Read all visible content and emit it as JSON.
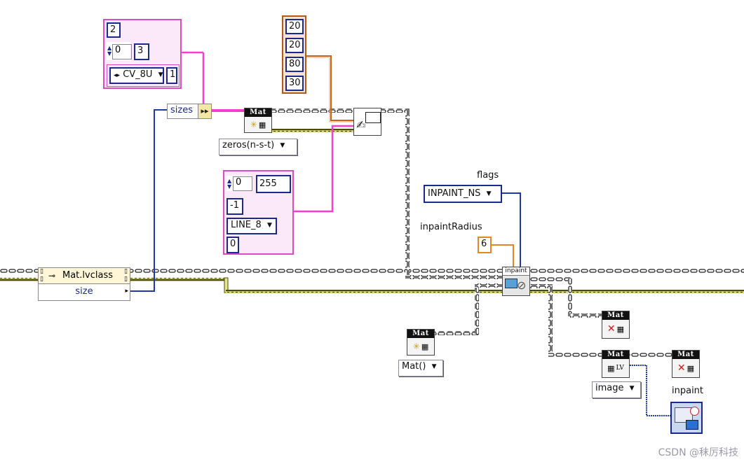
{
  "array_constant": {
    "top_value": "2",
    "index": "0",
    "length": "3",
    "type_ring": "CV_8U",
    "channels": "1"
  },
  "color_array": {
    "values": [
      "20",
      "20",
      "80",
      "30"
    ]
  },
  "property_node": {
    "class_name": "Mat.lvclass",
    "property": "size",
    "field": "sizes"
  },
  "mat_zeros": {
    "header": "Mat",
    "ring": "zeros(n-s-t)"
  },
  "draw_params": {
    "index": "0",
    "color": "255",
    "thickness": "-1",
    "line_type": "LINE_8",
    "shift": "0"
  },
  "inpaint": {
    "flags_label": "flags",
    "flags_value": "INPAINT_NS",
    "radius_label": "inpaintRadius",
    "radius_value": "6",
    "node_header": "inpaint"
  },
  "mat_empty": {
    "header": "Mat",
    "ring": "Mat()"
  },
  "mat_release_1": {
    "header": "Mat"
  },
  "mat_release_2": {
    "header": "Mat"
  },
  "mat_to_lv": {
    "header": "Mat",
    "lv_tag": "LV",
    "ring": "image"
  },
  "indicator": {
    "label": "inpaint"
  },
  "watermark": "CSDN @秣厉科技",
  "colors": {
    "wire_class": "#222222",
    "wire_error": "#6b6b1a",
    "wire_cluster": "#ff3bd0",
    "wire_numeric": "#1f3aa8",
    "wire_orange": "#c8641e"
  }
}
